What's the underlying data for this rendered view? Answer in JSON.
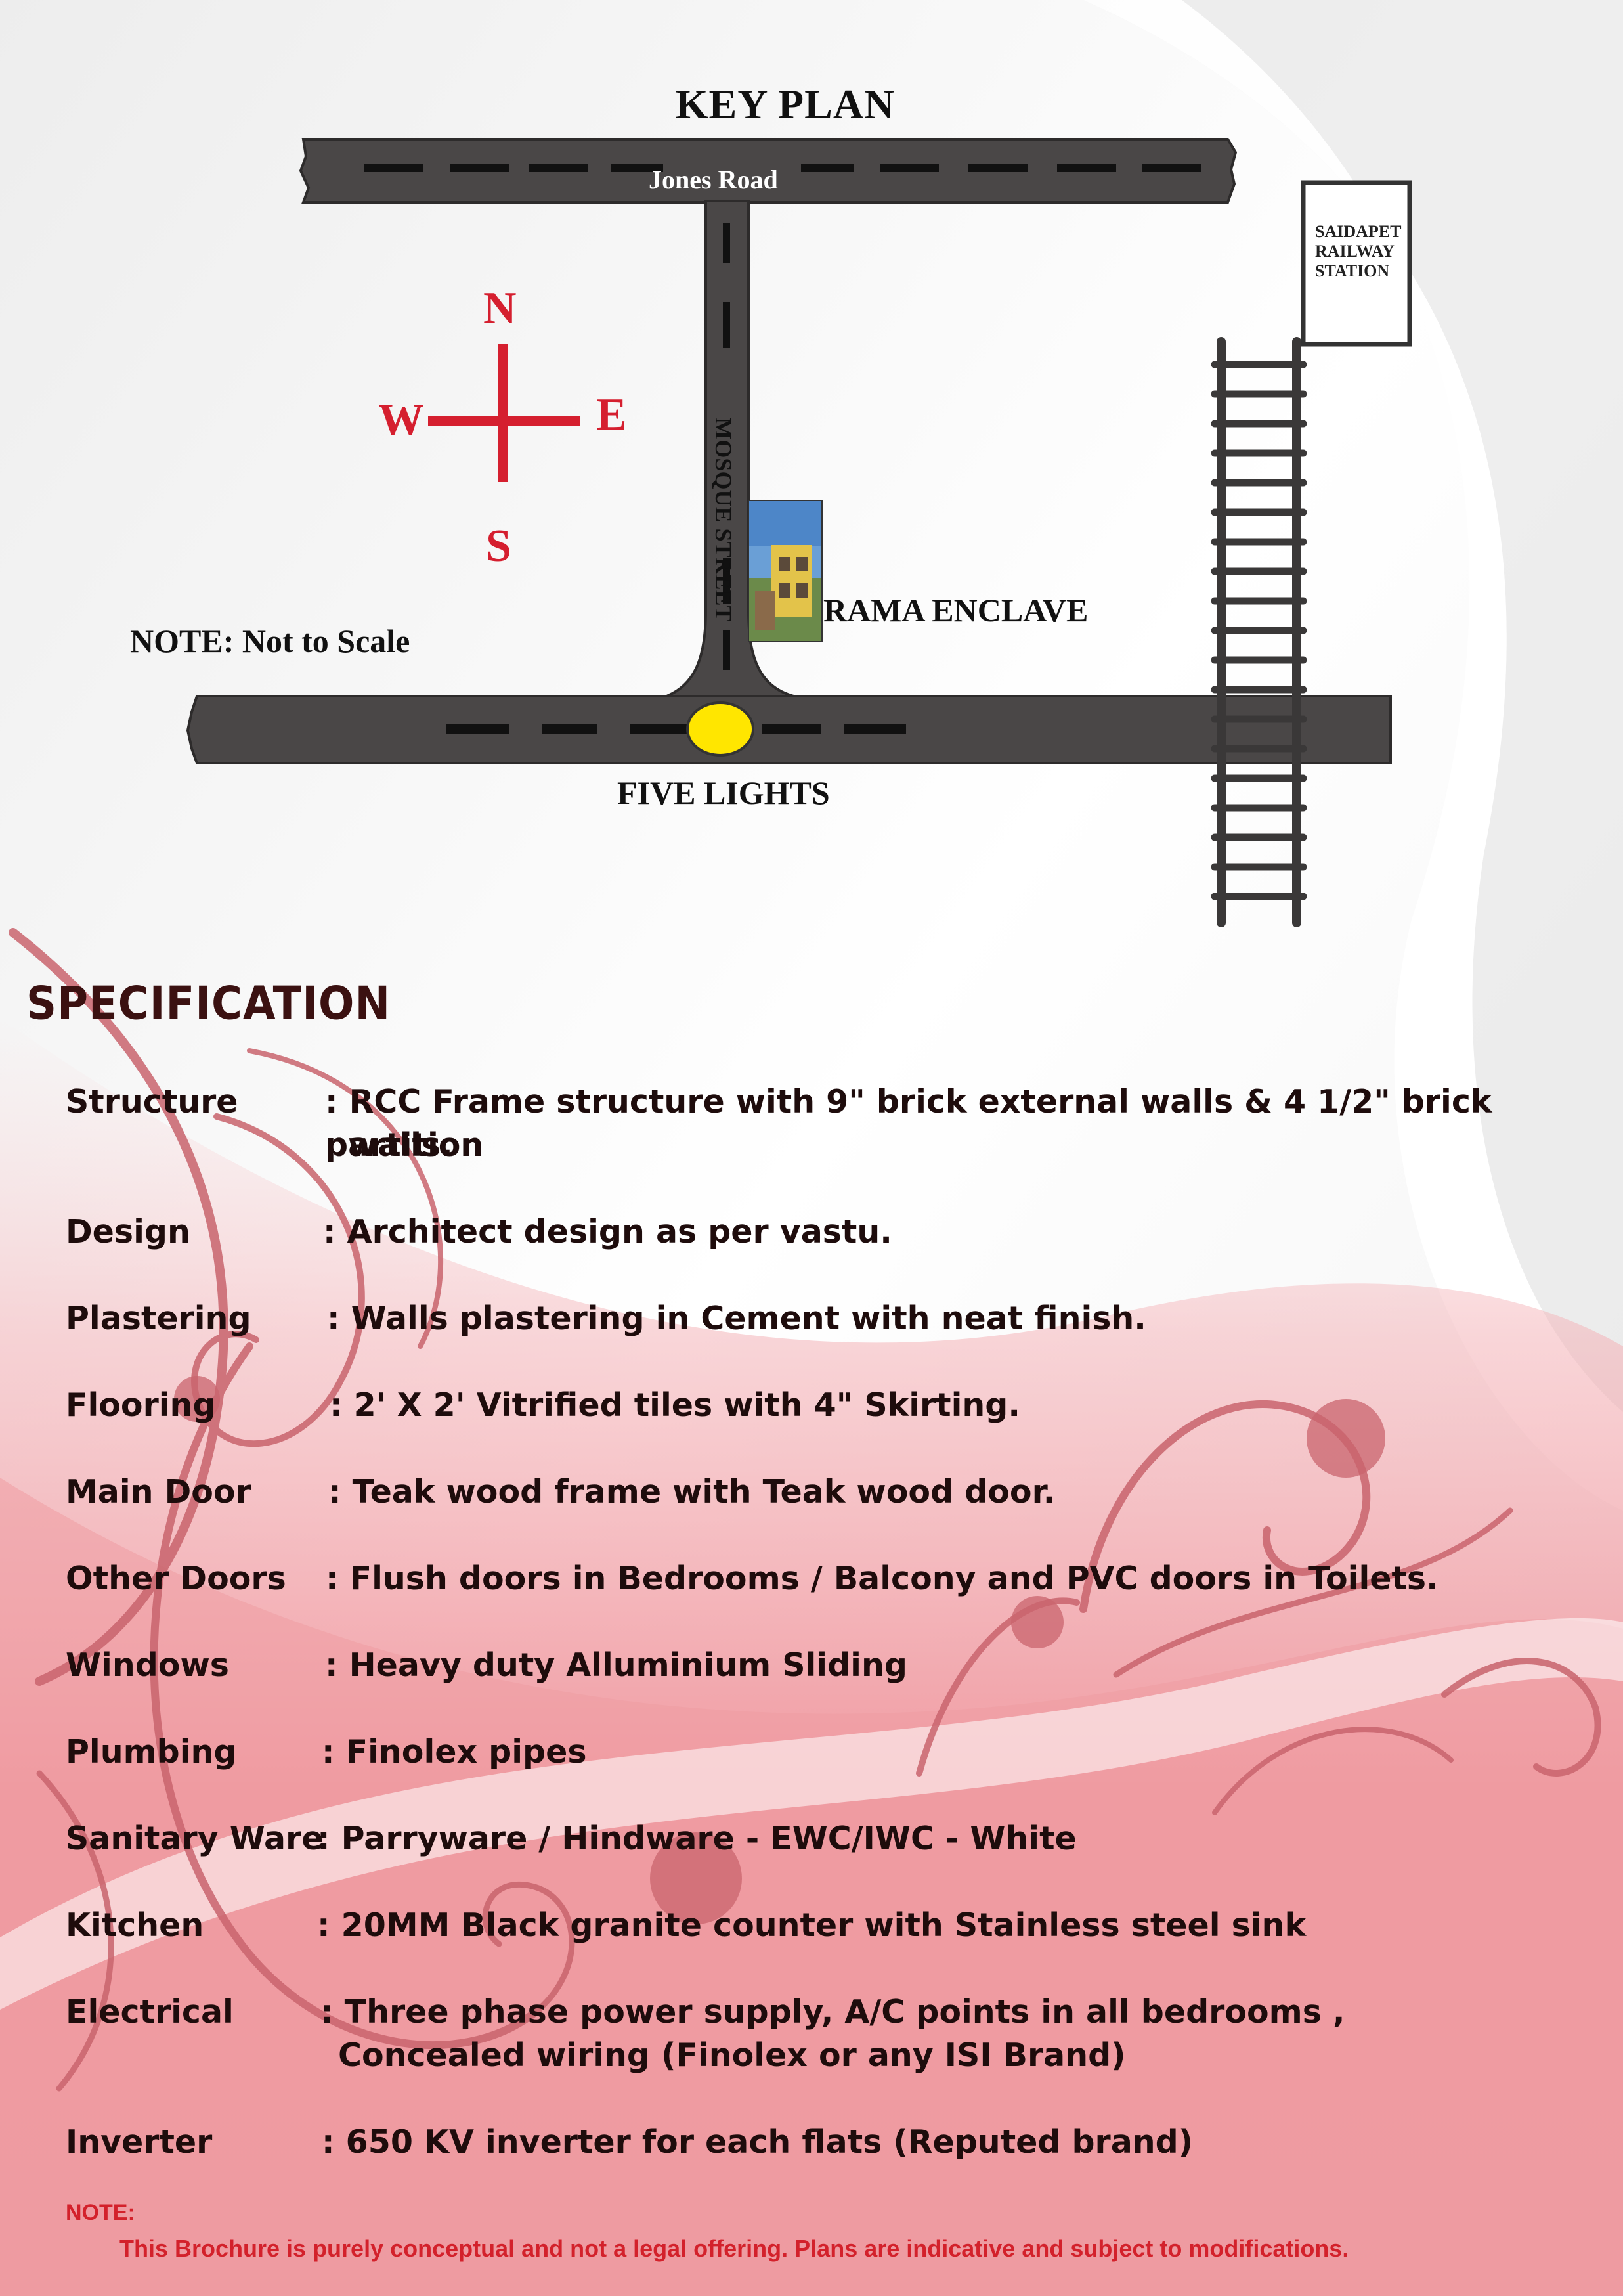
{
  "key_plan": {
    "title": "KEY PLAN",
    "road_top": "Jones Road",
    "street": "MOSQUE STREET",
    "station": [
      "SAIDAPET",
      "RAILWAY",
      "STATION"
    ],
    "site": "RAMA ENCLAVE",
    "junction": "FIVE LIGHTS",
    "scale_note": "NOTE: Not to Scale",
    "compass": {
      "n": "N",
      "s": "S",
      "e": "E",
      "w": "W"
    }
  },
  "specification": {
    "title": "SPECIFICATION",
    "items": [
      {
        "label": "Structure",
        "value": ": RCC Frame structure with 9\" brick external walls & 4 1/2\" brick partition",
        "value2": "walls."
      },
      {
        "label": "Design",
        "value": ": Architect design as per vastu."
      },
      {
        "label": "Plastering",
        "value": ": Walls plastering in Cement with neat finish."
      },
      {
        "label": "Flooring",
        "value": ": 2' X 2' Vitrified tiles with 4\" Skirting."
      },
      {
        "label": "Main Door",
        "value": ": Teak wood frame with Teak wood door."
      },
      {
        "label": "Other Doors",
        "value": ": Flush doors in Bedrooms / Balcony and PVC doors in Toilets."
      },
      {
        "label": "Windows",
        "value": ": Heavy duty Alluminium Sliding"
      },
      {
        "label": "Plumbing",
        "value": ": Finolex pipes"
      },
      {
        "label": "Sanitary Ware",
        "value": ": Parryware / Hindware - EWC/IWC - White"
      },
      {
        "label": "Kitchen",
        "value": ": 20MM Black granite counter with Stainless steel sink"
      },
      {
        "label": "Electrical",
        "value": ": Three phase power supply, A/C points in all bedrooms ,",
        "value2": "Concealed wiring (Finolex or any ISI Brand)"
      },
      {
        "label": "Inverter",
        "value": ": 650 KV inverter for each flats (Reputed brand)"
      }
    ]
  },
  "note": {
    "label": "NOTE:",
    "text": "This Brochure is purely conceptual and not a legal offering. Plans are indicative and subject to modifications."
  },
  "colors": {
    "road": "#4a4747",
    "compass": "#d51f2f",
    "junction": "#ffe600",
    "note": "#d3212b",
    "swirl": "#c9646d",
    "pink": "#f4a2a8"
  }
}
